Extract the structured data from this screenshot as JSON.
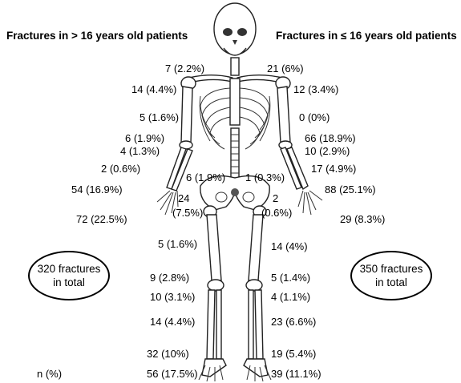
{
  "headers": {
    "left": "Fractures in  > 16 years old patients",
    "right": "Fractures in ≤ 16 years old patients"
  },
  "totals": {
    "left": [
      "320 fractures",
      "in total"
    ],
    "right": [
      "350 fractures",
      "in total"
    ]
  },
  "legend_note": "n (%)",
  "left_labels": [
    "7 (2.2%)",
    "14 (4.4%)",
    "5 (1.6%)",
    "6 (1.9%)",
    "4 (1.3%)",
    "2 (0.6%)",
    "6 (1.9%)",
    "54 (16.9%)",
    "24",
    "(7.5%)",
    "72 (22.5%)",
    "5 (1.6%)",
    "9 (2.8%)",
    "10 (3.1%)",
    "14 (4.4%)",
    "32 (10%)",
    "56 (17.5%)"
  ],
  "right_labels": [
    "21 (6%)",
    "12 (3.4%)",
    "0 (0%)",
    "66 (18.9%)",
    "10 (2.9%)",
    "17 (4.9%)",
    "1 (0.3%)",
    "88 (25.1%)",
    "2",
    "(0.6%)",
    "29 (8.3%)",
    "14 (4%)",
    "5 (1.4%)",
    "4 (1.1%)",
    "23 (6.6%)",
    "19 (5.4%)",
    "39 (11.1%)"
  ]
}
